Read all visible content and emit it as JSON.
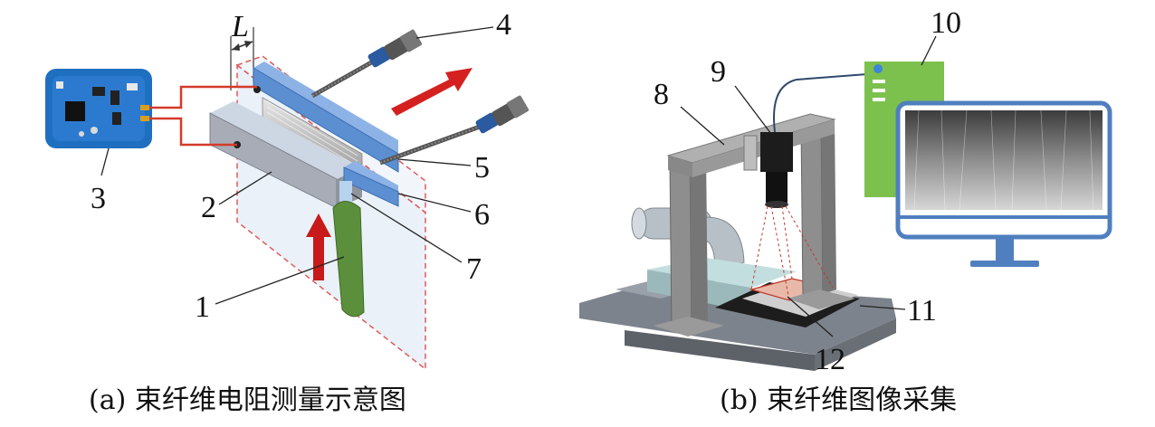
{
  "panel_a": {
    "caption": "(a) 束纤维电阻测量示意图",
    "length_label": "L",
    "callouts": [
      "1",
      "2",
      "3",
      "4",
      "5",
      "6",
      "7"
    ]
  },
  "panel_b": {
    "caption": "(b) 束纤维图像采集",
    "callouts": [
      "8",
      "9",
      "10",
      "11",
      "12"
    ]
  },
  "colors": {
    "electrode_blue": "#5b8fd1",
    "bracket_gray": "#a7acb6",
    "sample_green": "#5c8f3c",
    "arrow_red": "#d01e1e",
    "wire_red": "#d43a2a",
    "pc_green": "#7cc04e",
    "monitor_blue": "#4f7fbf",
    "board_blue": "#1f6fc0",
    "frame_gray": "#8e8e8e"
  }
}
